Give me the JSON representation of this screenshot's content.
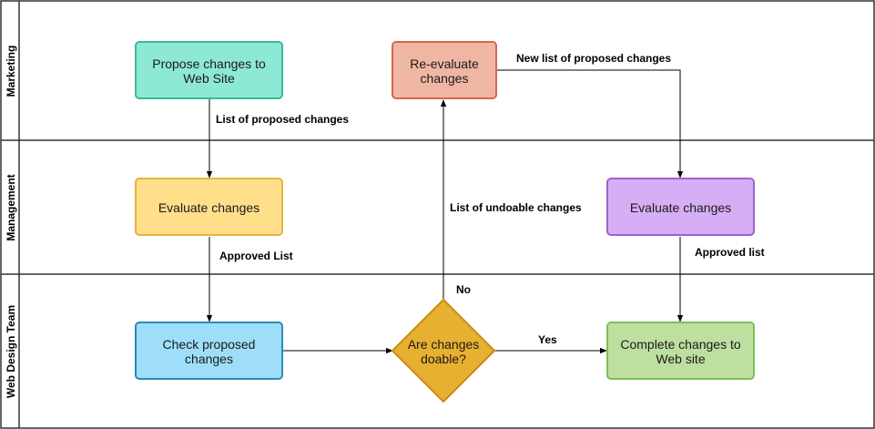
{
  "lanes": [
    {
      "id": "marketing",
      "label": "Marketing"
    },
    {
      "id": "management",
      "label": "Management"
    },
    {
      "id": "webdesign",
      "label": "Web Design Team"
    }
  ],
  "nodes": {
    "propose": {
      "lines": [
        "Propose changes to",
        "Web Site"
      ],
      "fill": "#8DE9D4",
      "stroke": "#3CB89A"
    },
    "reevaluate": {
      "lines": [
        "Re-evaluate",
        "changes"
      ],
      "fill": "#F0B6A4",
      "stroke": "#D7674B"
    },
    "evaluate1": {
      "lines": [
        "Evaluate changes"
      ],
      "fill": "#FFDF8A",
      "stroke": "#E6B43D"
    },
    "evaluate2": {
      "lines": [
        "Evaluate changes"
      ],
      "fill": "#D6AEF5",
      "stroke": "#9E62C8"
    },
    "check": {
      "lines": [
        "Check proposed",
        "changes"
      ],
      "fill": "#9EDEF9",
      "stroke": "#2A8AB5"
    },
    "decision": {
      "lines": [
        "Are changes",
        "doable?"
      ],
      "fill": "#E7B030",
      "stroke": "#C98A10"
    },
    "complete": {
      "lines": [
        "Complete changes to",
        "Web site"
      ],
      "fill": "#BDDFA0",
      "stroke": "#7EBF5C"
    }
  },
  "edges": {
    "list_proposed": "List of proposed changes",
    "new_list": "New list of proposed changes",
    "undoable": "List of undoable changes",
    "approved_list_1": "Approved List",
    "approved_list_2": "Approved list",
    "no": "No",
    "yes": "Yes"
  },
  "colors": {
    "border": "#333333",
    "line": "#000000"
  }
}
